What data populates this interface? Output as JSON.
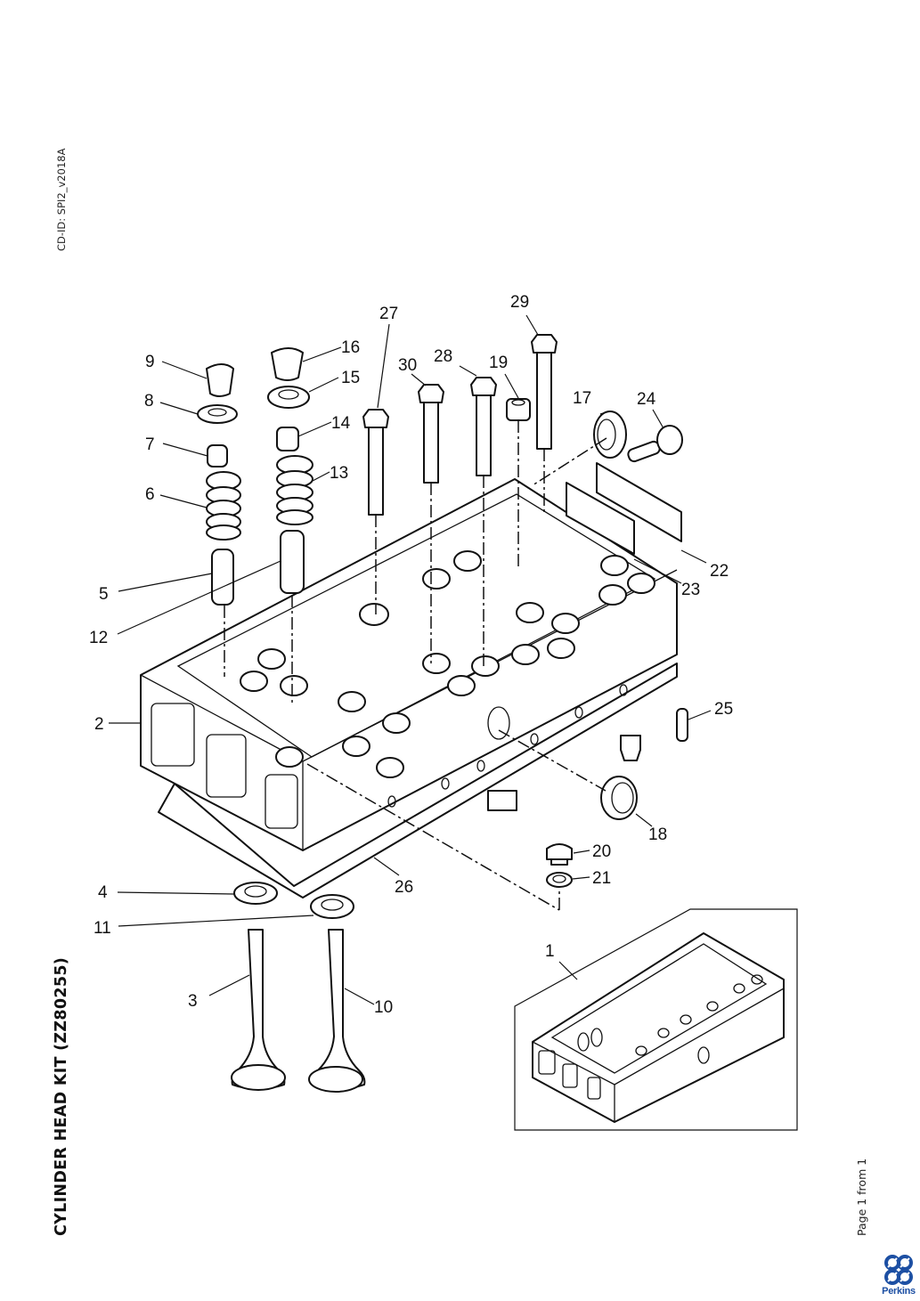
{
  "document": {
    "cd_id": "CD-ID: SPI2_v2018A",
    "title": "CYLINDER HEAD KIT (ZZ80255)",
    "page_info": "Page 1 from 1",
    "brand": "Perkins",
    "brand_color": "#1c4fa3"
  },
  "callouts": [
    {
      "id": "1",
      "part": "cylinder-head-assembly"
    },
    {
      "id": "2",
      "part": "cylinder-head"
    },
    {
      "id": "3",
      "part": "valve-left"
    },
    {
      "id": "4",
      "part": "valve-seat-washer-left"
    },
    {
      "id": "5",
      "part": "valve-guide-left"
    },
    {
      "id": "6",
      "part": "valve-spring-left"
    },
    {
      "id": "7",
      "part": "spring-cap-left"
    },
    {
      "id": "8",
      "part": "spring-retainer-left"
    },
    {
      "id": "9",
      "part": "collet-left"
    },
    {
      "id": "10",
      "part": "valve-right"
    },
    {
      "id": "11",
      "part": "valve-seat-washer-right"
    },
    {
      "id": "12",
      "part": "valve-guide-right"
    },
    {
      "id": "13",
      "part": "valve-spring-right"
    },
    {
      "id": "14",
      "part": "spring-cap-right"
    },
    {
      "id": "15",
      "part": "spring-retainer-right"
    },
    {
      "id": "16",
      "part": "collet-right"
    },
    {
      "id": "17",
      "part": "seal-ring"
    },
    {
      "id": "18",
      "part": "seal-ring-side"
    },
    {
      "id": "19",
      "part": "plug"
    },
    {
      "id": "20",
      "part": "plug-bolt"
    },
    {
      "id": "21",
      "part": "washer"
    },
    {
      "id": "22",
      "part": "cover-plate"
    },
    {
      "id": "23",
      "part": "gasket"
    },
    {
      "id": "24",
      "part": "flange-bolt"
    },
    {
      "id": "25",
      "part": "dowel-pin"
    },
    {
      "id": "26",
      "part": "head-gasket"
    },
    {
      "id": "27",
      "part": "head-bolt"
    },
    {
      "id": "28",
      "part": "head-bolt"
    },
    {
      "id": "29",
      "part": "head-bolt"
    },
    {
      "id": "30",
      "part": "head-bolt"
    }
  ]
}
